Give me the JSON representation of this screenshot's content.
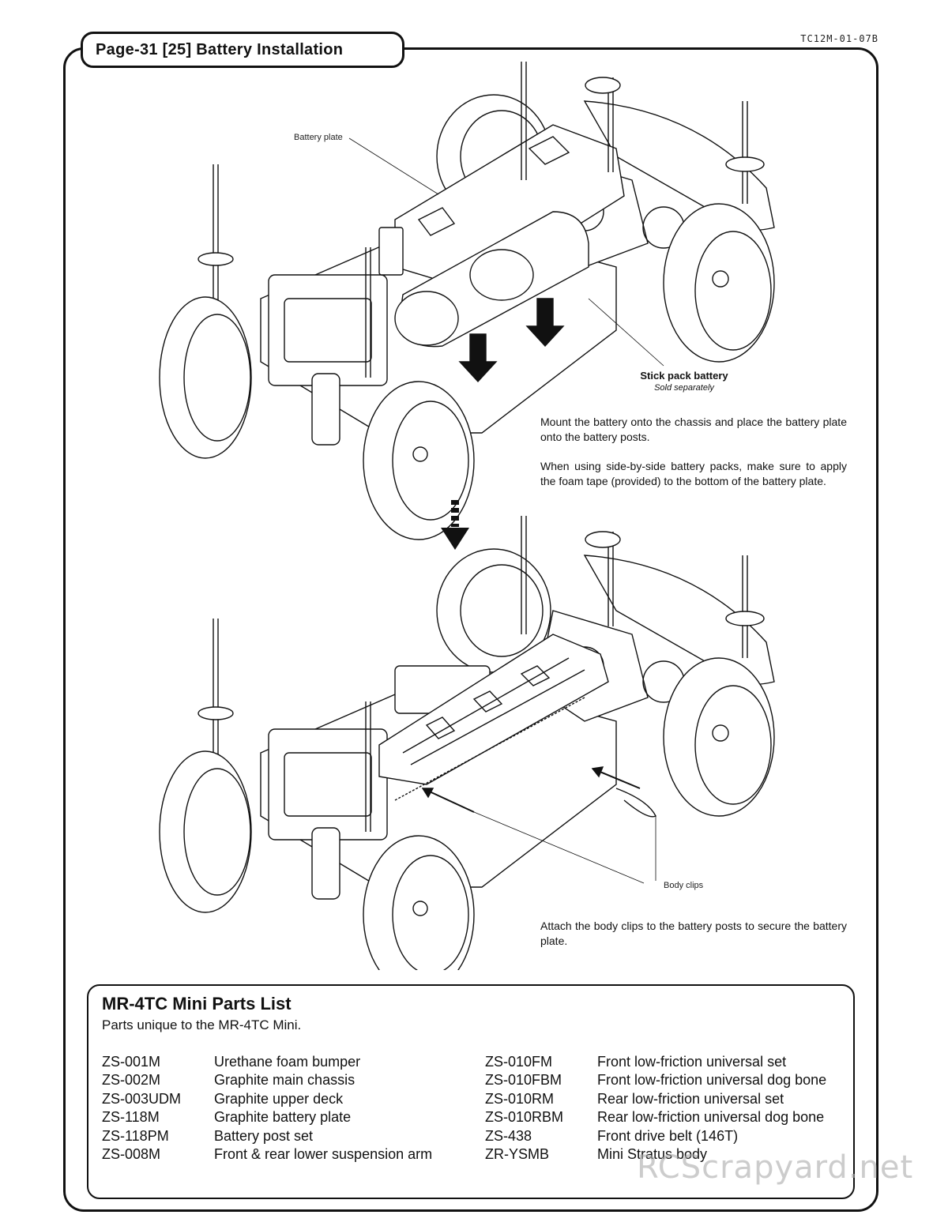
{
  "header": {
    "title": "Page-31  [25] Battery Installation",
    "doc_code": "TC12M-01-07B"
  },
  "callouts": {
    "battery_plate": "Battery plate",
    "stick_pack_title": "Stick pack battery",
    "stick_pack_sub": "Sold separately",
    "body_clips": "Body clips"
  },
  "instructions": {
    "step1_p1": "Mount the battery onto the chassis and place the battery plate onto the battery posts.",
    "step1_p2": "When using side-by-side battery packs, make sure to apply the foam tape (provided) to the bottom of the battery plate.",
    "step2": "Attach the body clips to the battery posts to secure the battery plate."
  },
  "parts_list": {
    "title": "MR-4TC Mini Parts List",
    "subtitle": "Parts unique to the MR-4TC Mini.",
    "left": [
      {
        "code": "ZS-001M",
        "desc": "Urethane foam bumper"
      },
      {
        "code": "ZS-002M",
        "desc": "Graphite main chassis"
      },
      {
        "code": "ZS-003UDM",
        "desc": "Graphite upper deck"
      },
      {
        "code": "ZS-118M",
        "desc": "Graphite battery plate"
      },
      {
        "code": "ZS-118PM",
        "desc": "Battery post set"
      },
      {
        "code": "ZS-008M",
        "desc": "Front & rear lower suspension arm"
      }
    ],
    "right": [
      {
        "code": "ZS-010FM",
        "desc": "Front low-friction universal set"
      },
      {
        "code": "ZS-010FBM",
        "desc": "Front low-friction universal dog bone"
      },
      {
        "code": "ZS-010RM",
        "desc": "Rear low-friction universal set"
      },
      {
        "code": "ZS-010RBM",
        "desc": "Rear low-friction universal dog bone"
      },
      {
        "code": "ZS-438",
        "desc": "Front drive belt (146T)"
      },
      {
        "code": "ZR-YSMB",
        "desc": "Mini Stratus body"
      }
    ]
  },
  "watermark": "RCScrapyard.net"
}
